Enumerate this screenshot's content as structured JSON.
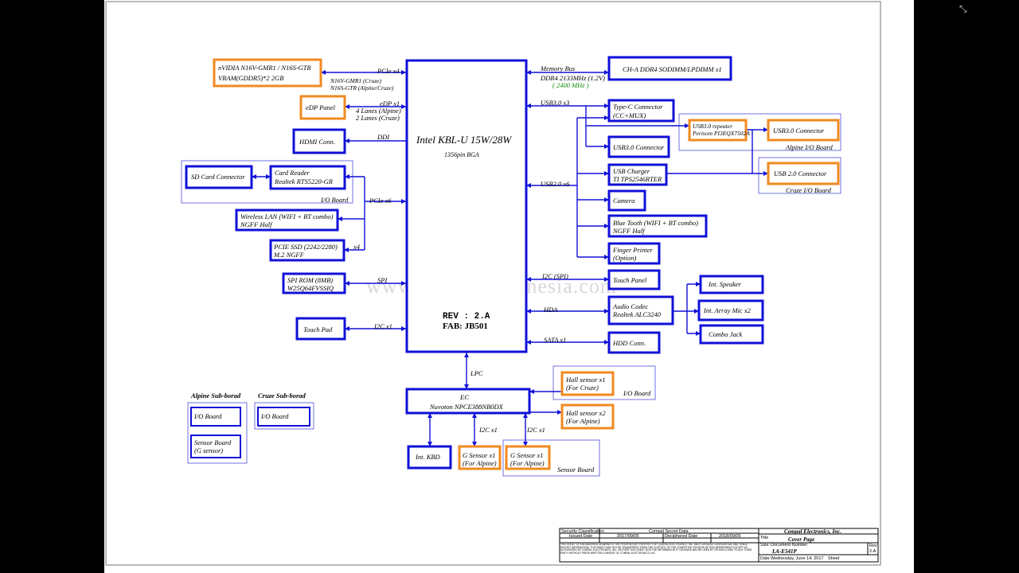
{
  "viewer": {
    "icon": "collapse-icon"
  },
  "watermark": "www.teknisi-indonesia.com",
  "cpu": {
    "name": "Intel KBL-U  15W/28W",
    "package": "1356pin BGA",
    "rev": "REV : 2.A",
    "fab": "FAB: JB501"
  },
  "blocks": {
    "gpu": [
      "nVIDIA   N16V-GMR1 / N16S-GTR",
      "VRAM(GDDR5)*2 2GB"
    ],
    "edp": [
      "eDP Panel"
    ],
    "hdmi": [
      "HDMI Conn."
    ],
    "sd": [
      "SD Card Connector"
    ],
    "card_reader": [
      "Card Reader",
      "Realtek  RTS5220-GR"
    ],
    "wlan": [
      "Wireless LAN (WIFI + BT combo)",
      "NGFF Half"
    ],
    "ssd": [
      "PCIE SSD (2242/2280)",
      "M.2 NGFF"
    ],
    "spi_rom": [
      "SPI ROM (8MB)",
      "W25Q64FVSSIQ"
    ],
    "touchpad": [
      "Touch  Pad"
    ],
    "dimm": [
      "CH-A DDR4 SODIMM/LPDIMM x1"
    ],
    "typec": [
      "Type-C  Connector",
      "(CC+MUX)"
    ],
    "usb30": [
      "USB3.0 Connector"
    ],
    "usb_charger": [
      "USB Charger",
      "TI  TPS2546RTER"
    ],
    "camera": [
      "Camera"
    ],
    "bt": [
      "Blue Tooth (WIFI + BT combo)",
      "NGFF Half"
    ],
    "finger": [
      "Finger Printer",
      "(Option)"
    ],
    "touch_panel": [
      "Touch  Panel"
    ],
    "audio": [
      "Audio Codec",
      "Realtek ALC3240"
    ],
    "hdd": [
      "HDD Conn."
    ],
    "repeater": [
      "USB3.0  repeater",
      "Perisom  PI3EQX7502A"
    ],
    "usb30_alpine": [
      "USB3.0 Connector"
    ],
    "usb20_cruze": [
      "USB 2.0 Connector"
    ],
    "speaker": [
      "Int. Speaker"
    ],
    "mic": [
      "Int. Array Mic x2"
    ],
    "combo": [
      "Combo Jack"
    ],
    "ec": [
      "EC",
      "Nuvoton   NPCE388NB0DX"
    ],
    "kbd": [
      "Int. KBD"
    ],
    "gsensor1": [
      "G Sensor x1",
      "(For Alpine)"
    ],
    "gsensor2": [
      "G Sensor x1",
      "(For Alpine)"
    ],
    "hall1": [
      "Hall sensor x1",
      "(For Cruze)"
    ],
    "hall2": [
      "Hall sensor x2",
      "(For Alpine)"
    ],
    "alpine_io": [
      "I/O Board"
    ],
    "alpine_sensor": [
      "Sensor Board",
      "(G sensor)"
    ],
    "cruze_io": [
      "I/O Board"
    ]
  },
  "labels": {
    "pcie_x4": "PCIe x4",
    "gpu_note1": "N16V-GMR1  (Cruze)",
    "gpu_note2": "N16S-GTR    (Alpine/Cruze)",
    "edp_x1": "eDP x1",
    "lanes_alpine": "4 Lanes (Alpine)",
    "lanes_cruze": "2 Lanes (Cruze)",
    "ddi": "DDI",
    "pcie_x6": "PCIe x6",
    "x4": "x4",
    "spi": "SPI",
    "i2c_x1": "I2C x1",
    "memory_bus": "Memory Bus",
    "ddr4": "DDR4 2133MHz (1.2V)",
    "ddr4_speed": "( 2400 MHz )",
    "usb30_x3": "USB3.0  x3",
    "usb20_x6": "USB2.0  x6",
    "i2c_spi": "I2C (SPI)",
    "hda": "HDA",
    "sata_x1": "SATA x1",
    "lpc": "LPC",
    "ec_i2c1": "I2C x1",
    "ec_i2c2": "I2C x1",
    "io_board_left": "I/O Board",
    "alpine_io_board": "Alpine I/O Board",
    "cruze_io_board": "Cruze I/O Board",
    "io_board_hall": "I/O Board",
    "sensor_board": "Sensor  Board",
    "alpine_sub": "Alpine  Sub-borad",
    "cruze_sub": "Cruze  Sub-borad"
  },
  "title_block": {
    "security": "Security  Classification",
    "secret": "Compal Secret Data",
    "company": "Compal Electronics, Inc.",
    "issued_label": "Issued Date",
    "issued_date": "2017/09/05",
    "deciphered_label": "Deciphered Date",
    "deciphered_date": "2018/09/05",
    "title_label": "Title",
    "title": "Cover Page",
    "doc_label": "Document Number",
    "doc": "LA-E541P",
    "rev_label": "Rev",
    "rev": "2.A",
    "size_label": "Size",
    "date_label": "Date",
    "date": "Wednesday, June 14, 2017",
    "sheet_label": "Sheet",
    "notice": "THIS SHEET OF ENGINEERING DRAWING IS THE PROPRIETARY PROPERTY OF COMPAL ELECTRONICS, INC. AND CONTAINS CONFIDENTIAL AND TRADE SECRET INFORMATION. THIS SHEET MAY NOT BE TRANSFERED FROM THE CUSTODY OF THE COMPETENT DIVISION OF R&D DEPARTMENT EXCEPT AS AUTHORIZED BY COMPAL ELECTRONICS, INC. NEITHER THIS SHEET NOR THE INFORMATION IT CONTAINS MAY BE USED BY OR DISCLOSED TO ANY THIRD PARTY WITHOUT PRIOR WRITTEN CONSENT OF COMPAL ELECTRONICS, INC."
  }
}
